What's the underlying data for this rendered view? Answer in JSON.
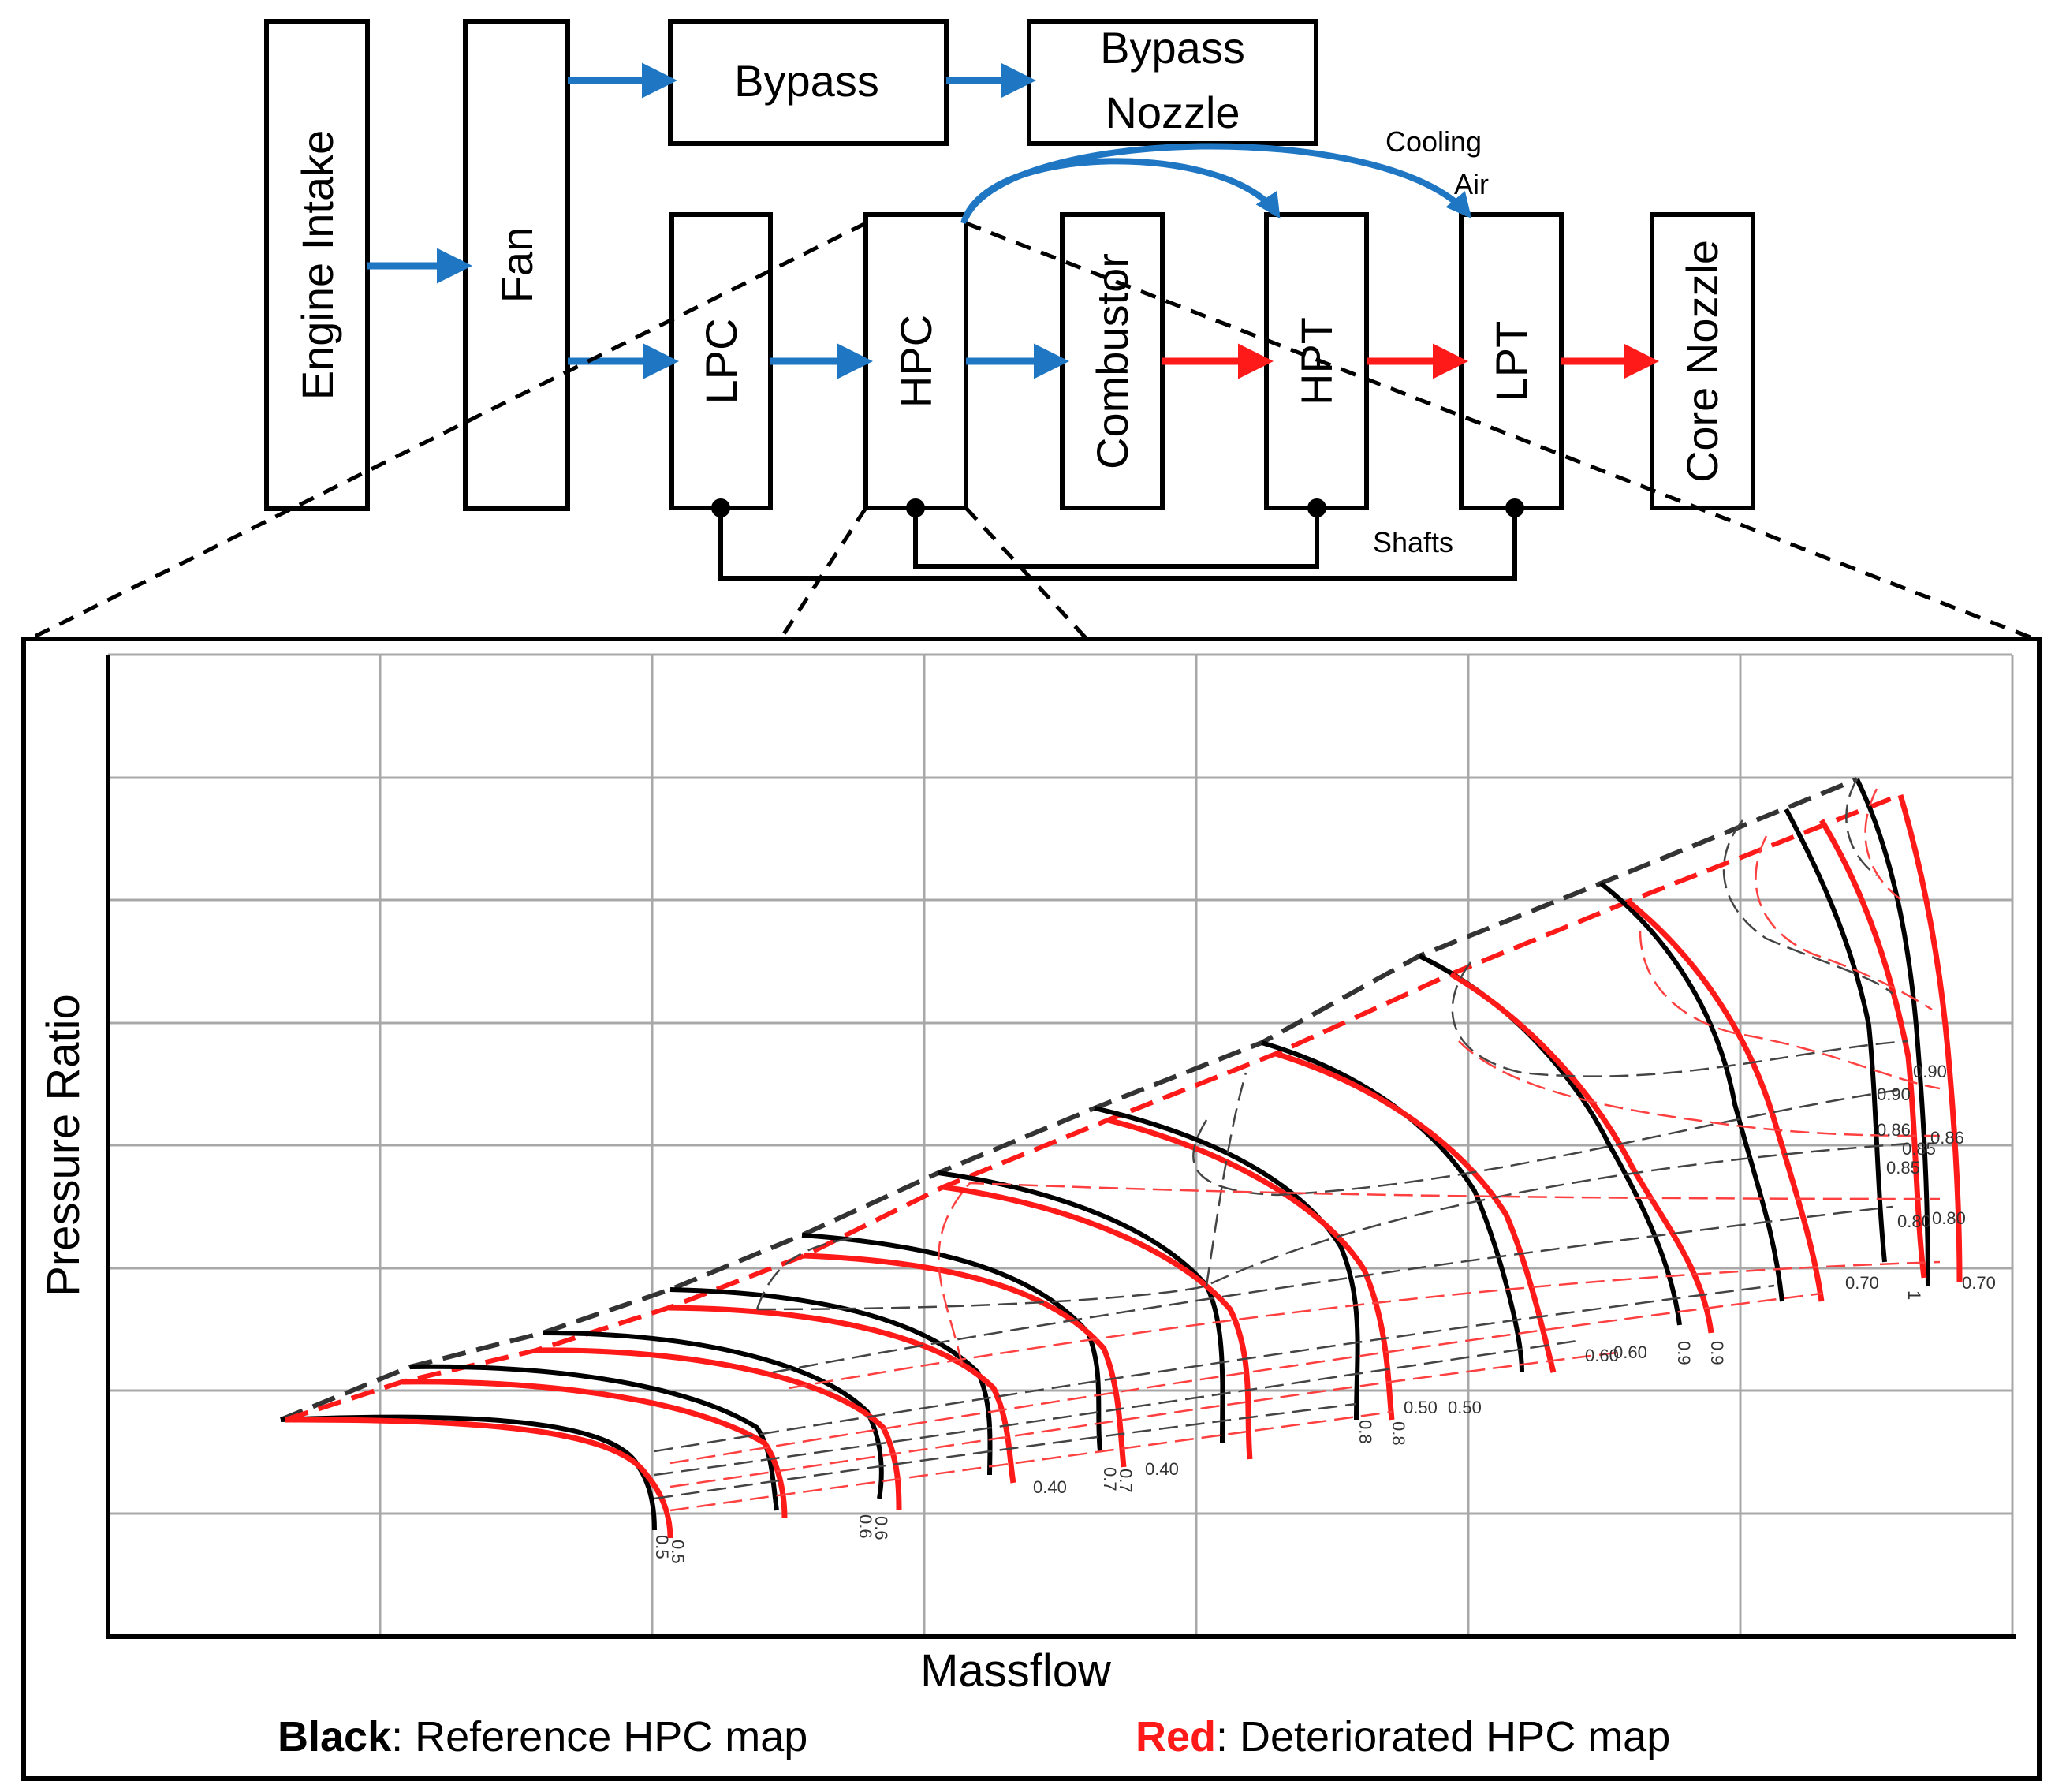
{
  "diagram": {
    "boxes": {
      "engine_intake": "Engine Intake",
      "fan": "Fan",
      "bypass": "Bypass",
      "bypass_nozzle_line1": "Bypass",
      "bypass_nozzle_line2": "Nozzle",
      "lpc": "LPC",
      "hpc": "HPC",
      "combustor": "Combustor",
      "hpt": "HPT",
      "lpt": "LPT",
      "core_nozzle": "Core Nozzle"
    },
    "annotations": {
      "cooling_line1": "Cooling",
      "cooling_line2": "Air",
      "shafts": "Shafts"
    },
    "colors": {
      "cold_flow": "#1f77c4",
      "hot_flow": "#ff1a1a",
      "reference": "#000000",
      "deteriorated": "#ff1a1a"
    }
  },
  "map": {
    "xlabel": "Massflow",
    "ylabel": "Pressure Ratio",
    "legend": {
      "black_key": "Black",
      "black_desc": ": Reference HPC map",
      "red_key": "Red",
      "red_desc": ": Deteriorated HPC map"
    },
    "speed_labels": [
      "0.5",
      "0.5",
      "0.6",
      "0.6",
      "0.7",
      "0.7",
      "0.8",
      "0.8",
      "0.9",
      "0.9",
      "1"
    ],
    "efficiency_labels": [
      "0.40",
      "0.40",
      "0.50",
      "0.50",
      "0.60",
      "0.60",
      "0.70",
      "0.70",
      "0.80",
      "0.80",
      "0.85",
      "0.85",
      "0.86",
      "0.86",
      "0.90",
      "0.90"
    ]
  }
}
